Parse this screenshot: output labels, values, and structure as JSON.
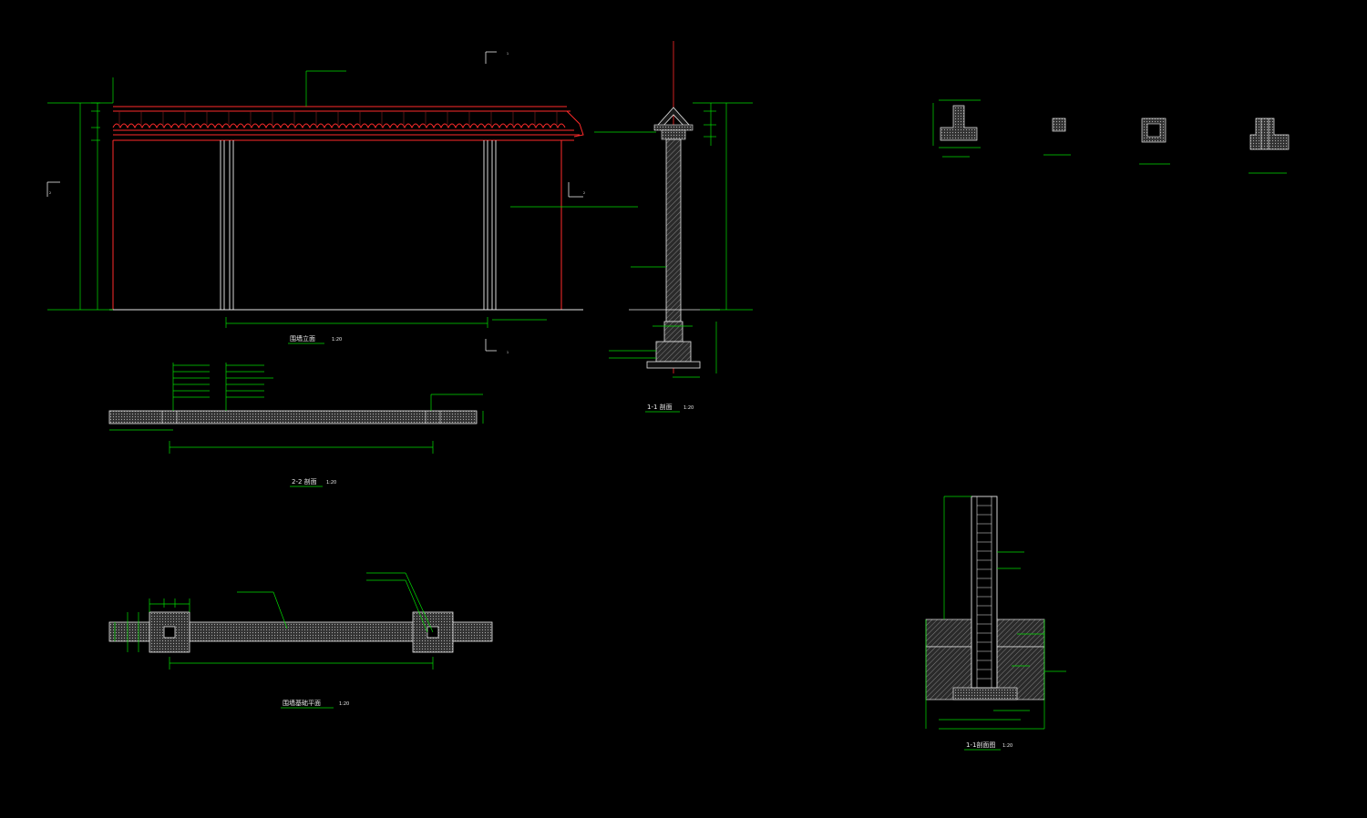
{
  "titles": {
    "elevation": "围墙立面",
    "section_1_1": "1-1 剖面",
    "section_2_2": "2-2 剖面",
    "foundation_plan": "围墙基础平面",
    "section_detail": "1-1剖面图"
  },
  "scales": {
    "elevation": "1:20",
    "section_1_1": "1:20",
    "section_2_2": "1:20",
    "foundation_plan": "1:20",
    "section_detail": "1:20"
  },
  "section_markers": {
    "top": "1",
    "bottom": "1",
    "left": "2",
    "right": "2"
  },
  "colors": {
    "background": "#000000",
    "dimension": "#00dd00",
    "wall": "#e6e6e6",
    "roof": "#ff2a2a",
    "hatch": "#8a8a8a",
    "text": "#e8e8e8"
  }
}
